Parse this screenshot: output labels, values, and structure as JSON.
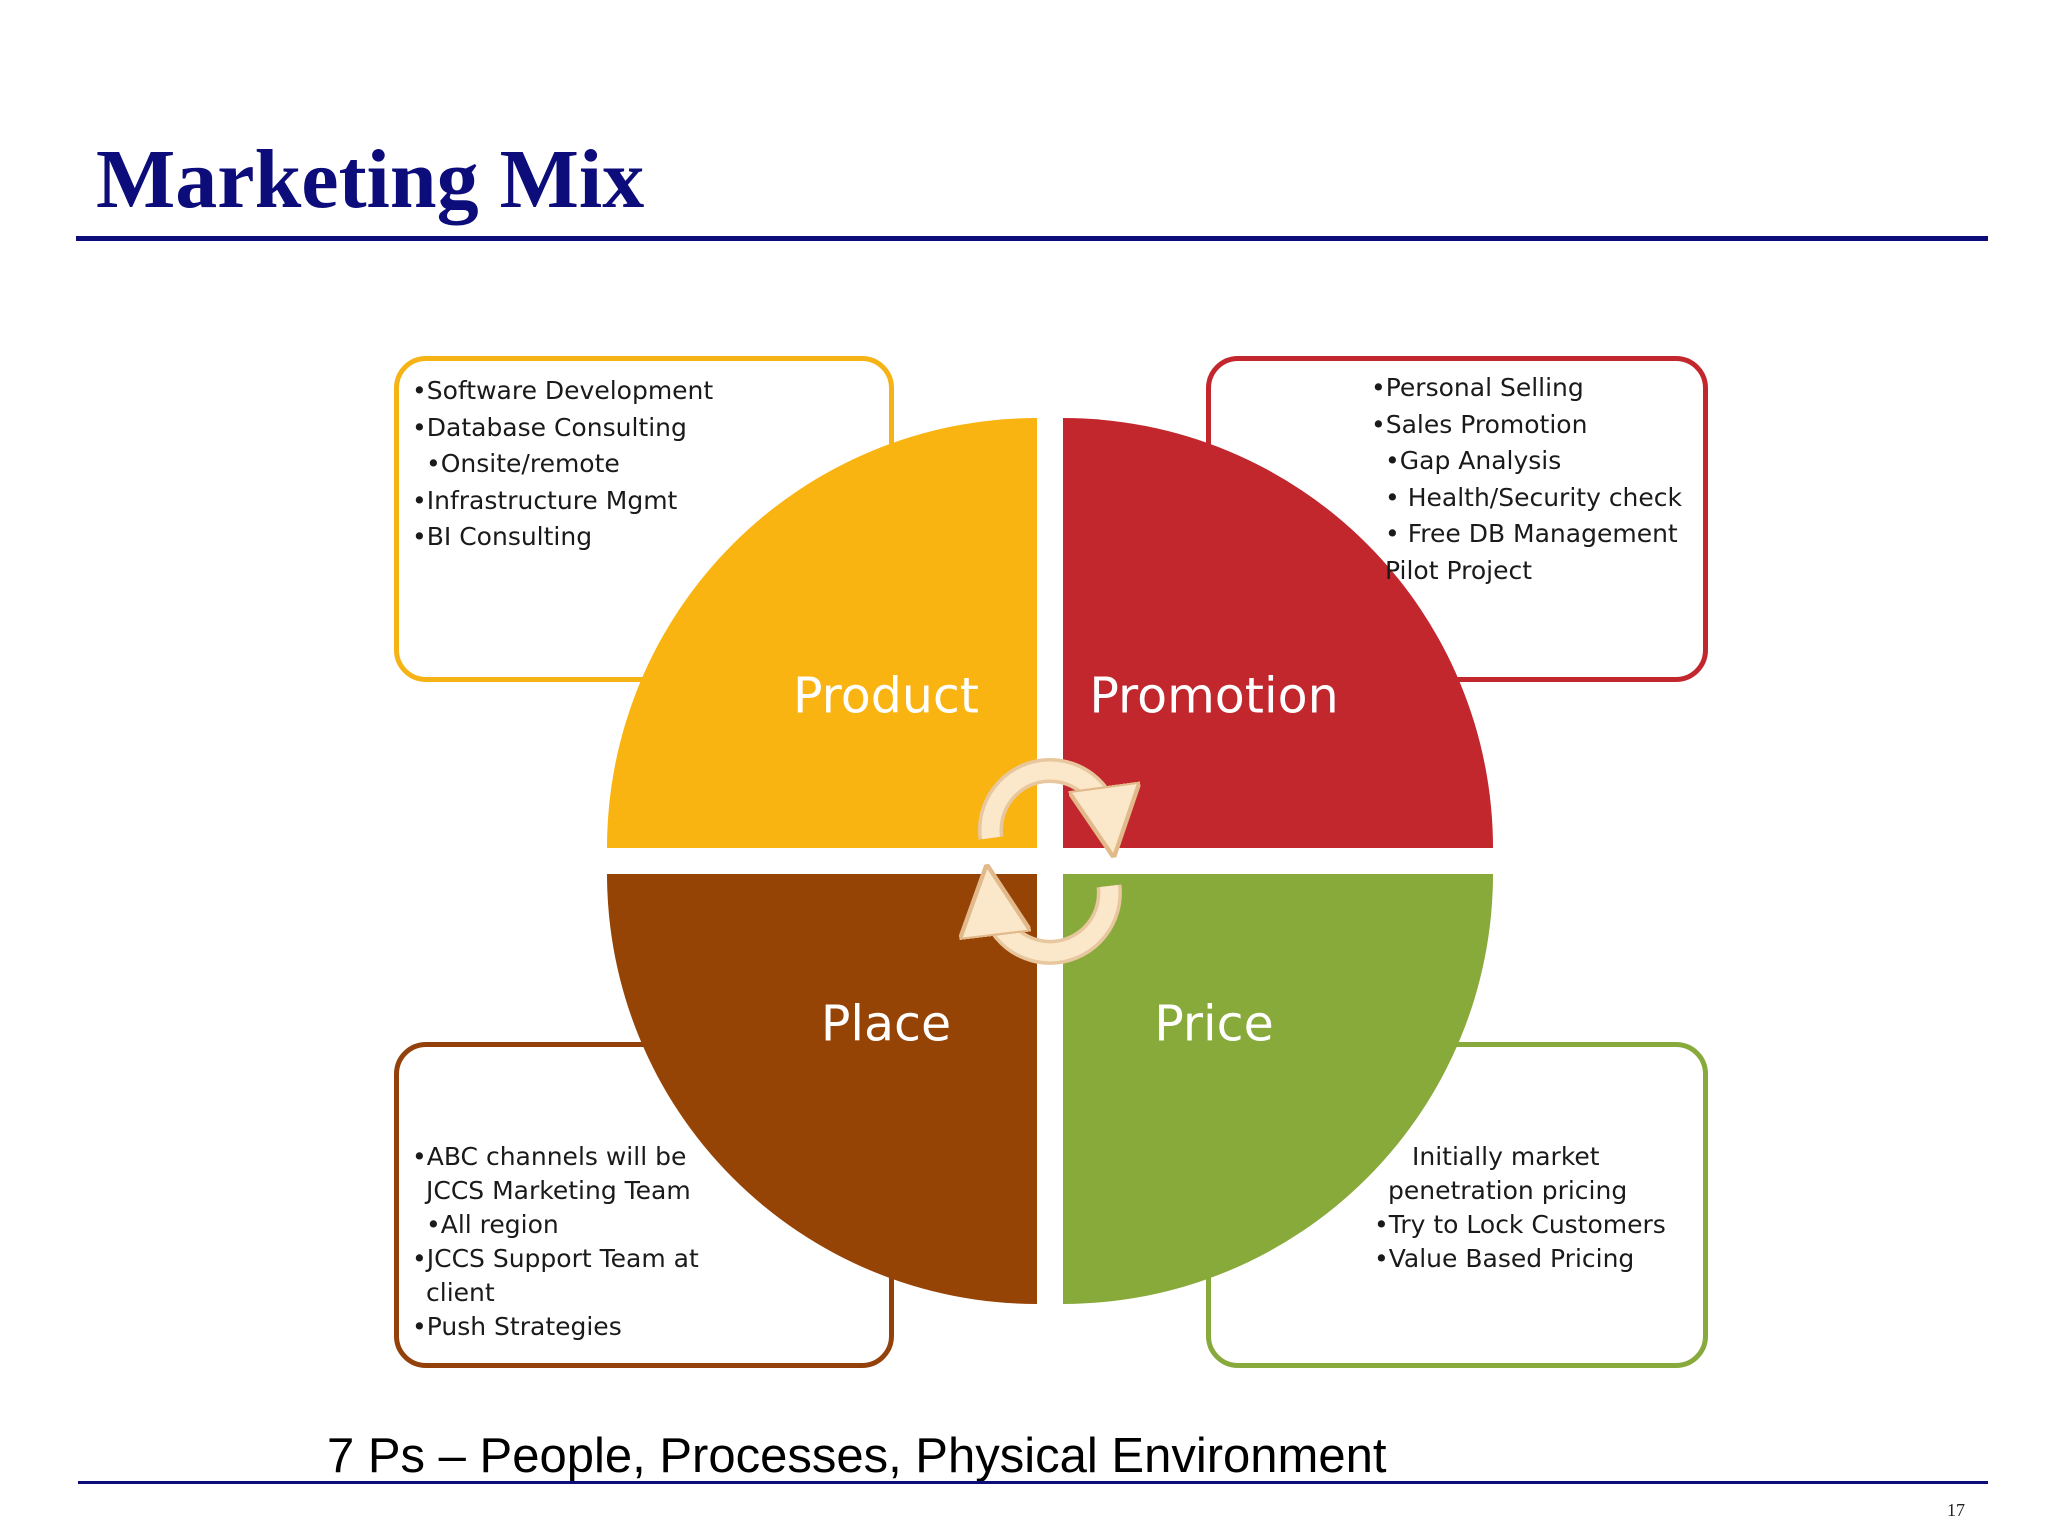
{
  "slide": {
    "title": "Marketing Mix",
    "footer": "7 Ps – People, Processes, Physical Environment",
    "page_number": "17"
  },
  "colors": {
    "title": "#0c0c7a",
    "product": "#f9b412",
    "promotion": "#c1272d",
    "place": "#964306",
    "price": "#88aa3a",
    "arrow": "#fbe7c9"
  },
  "quadrants": {
    "product": {
      "label": "Product"
    },
    "promotion": {
      "label": "Promotion"
    },
    "place": {
      "label": "Place"
    },
    "price": {
      "label": "Price"
    }
  },
  "boxes": {
    "product": {
      "lines": [
        "•Software Development",
        "•Database Consulting",
        "•Onsite/remote",
        "•Infrastructure Mgmt",
        "•BI Consulting"
      ]
    },
    "promotion": {
      "lines": [
        "•Personal Selling",
        "•Sales Promotion",
        "•Gap Analysis",
        "• Health/Security check",
        "• Free DB Management",
        "Pilot Project"
      ]
    },
    "place": {
      "lines": [
        "•ABC channels will be",
        "JCCS Marketing Team",
        "•All region",
        "•JCCS Support Team at",
        "client",
        "•Push Strategies"
      ]
    },
    "price": {
      "lines": [
        "Initially market",
        "penetration pricing",
        "•Try to Lock Customers",
        "•Value Based Pricing"
      ]
    }
  },
  "icons": {
    "cycle_arrows": "circular-arrows-icon"
  }
}
